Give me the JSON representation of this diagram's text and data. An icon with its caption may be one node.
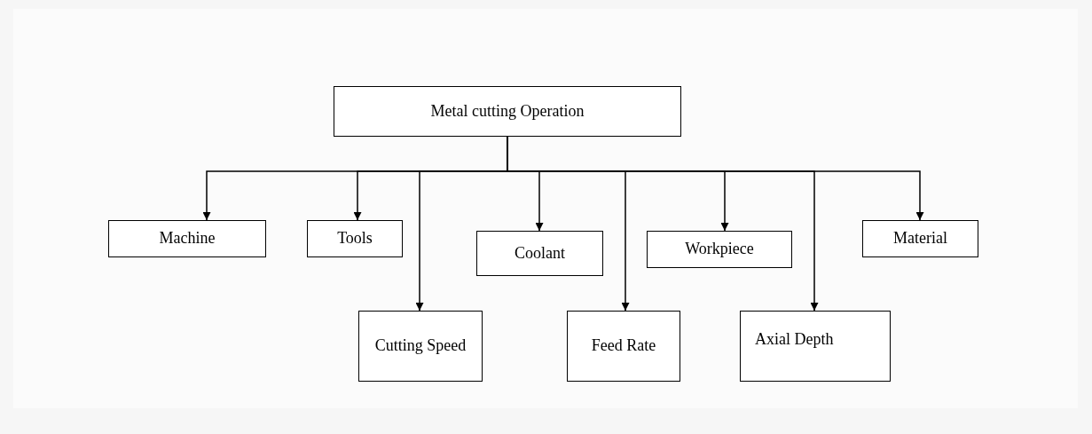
{
  "diagram": {
    "nodes": [
      {
        "text": [
          "Metal cutting Operation"
        ]
      },
      {
        "text": [
          "Machine"
        ]
      },
      {
        "text": [
          "Tools"
        ]
      },
      {
        "text": [
          "Cutting Speed"
        ]
      },
      {
        "text": [
          "Coolant"
        ]
      },
      {
        "text": [
          "Feed Rate"
        ]
      },
      {
        "text": [
          "Workpiece"
        ]
      },
      {
        "text": [
          "Axial Depth"
        ]
      },
      {
        "text": [
          "Material"
        ]
      }
    ],
    "edges": [
      {
        "from": 0,
        "to": 1,
        "arrow": "to"
      },
      {
        "from": 0,
        "to": 2,
        "arrow": "to"
      },
      {
        "from": 0,
        "to": 3,
        "arrow": "to"
      },
      {
        "from": 0,
        "to": 4,
        "arrow": "to"
      },
      {
        "from": 0,
        "to": 5,
        "arrow": "to"
      },
      {
        "from": 0,
        "to": 6,
        "arrow": "to"
      },
      {
        "from": 0,
        "to": 7,
        "arrow": "to"
      },
      {
        "from": 0,
        "to": 8,
        "arrow": "to"
      }
    ]
  }
}
